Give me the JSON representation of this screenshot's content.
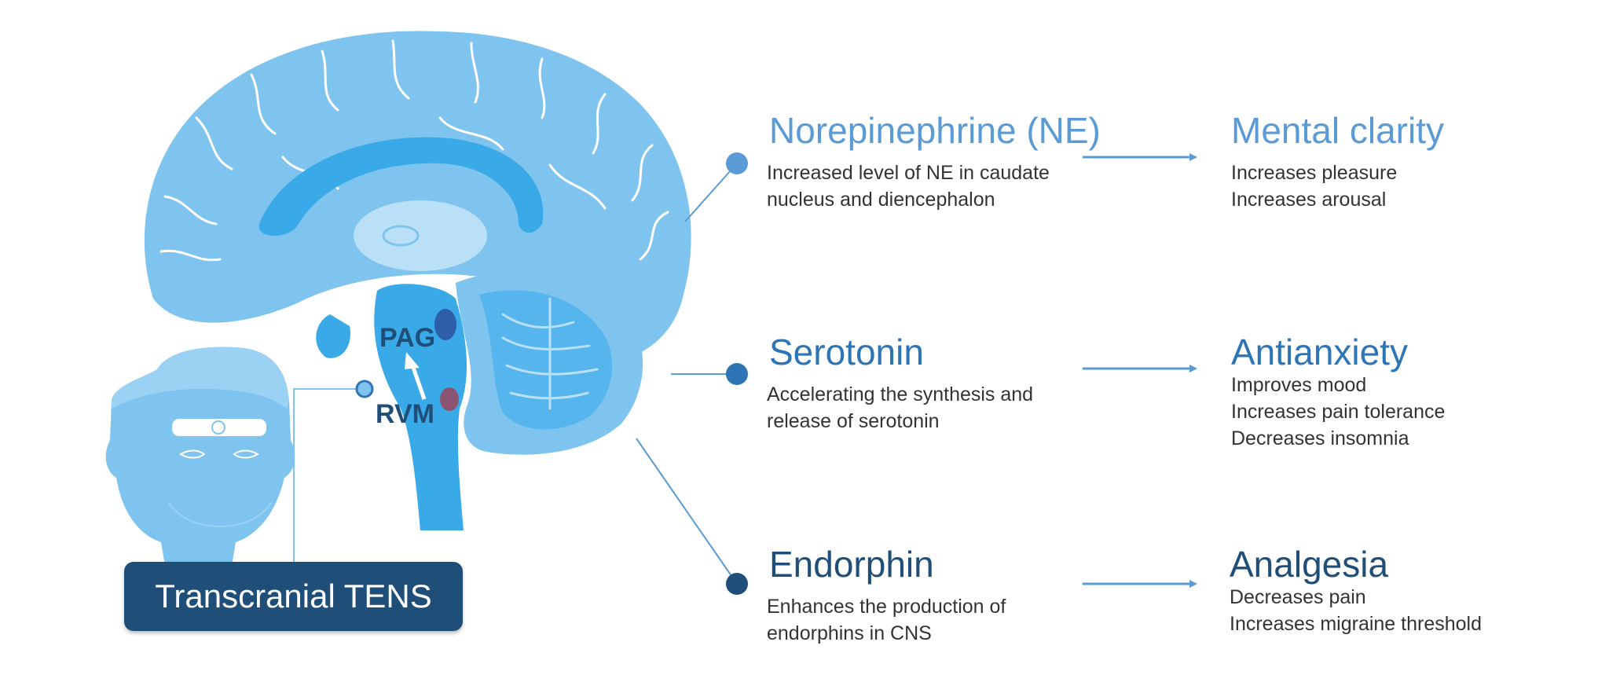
{
  "colors": {
    "brain_light": "#7fc4ee",
    "brain_mid": "#56b5ec",
    "brain_dark": "#3aa9e7",
    "ne": "#5b9bd5",
    "serotonin": "#2e75b6",
    "endorphin": "#1f4e79",
    "badge": "#1f4e79",
    "pag_dot": "#2c5fa8",
    "rvm_dot": "#8b5470"
  },
  "brain": {
    "pag_label": "PAG",
    "rvm_label": "RVM"
  },
  "device_label": "Transcranial TENS",
  "pathways": [
    {
      "name": "Norepinephrine (NE)",
      "description": [
        "Increased level of NE in caudate",
        "nucleus and diencephalon"
      ],
      "effect": "Mental clarity",
      "effect_details": [
        "Increases pleasure",
        "Increases arousal"
      ]
    },
    {
      "name": "Serotonin",
      "description": [
        "Accelerating the synthesis and",
        "release of serotonin"
      ],
      "effect": "Antianxiety",
      "effect_details": [
        "Improves mood",
        "Increases pain tolerance",
        "Decreases insomnia"
      ]
    },
    {
      "name": "Endorphin",
      "description": [
        "Enhances the production of",
        "endorphins in CNS"
      ],
      "effect": "Analgesia",
      "effect_details": [
        "Decreases pain",
        "Increases migraine threshold"
      ]
    }
  ]
}
